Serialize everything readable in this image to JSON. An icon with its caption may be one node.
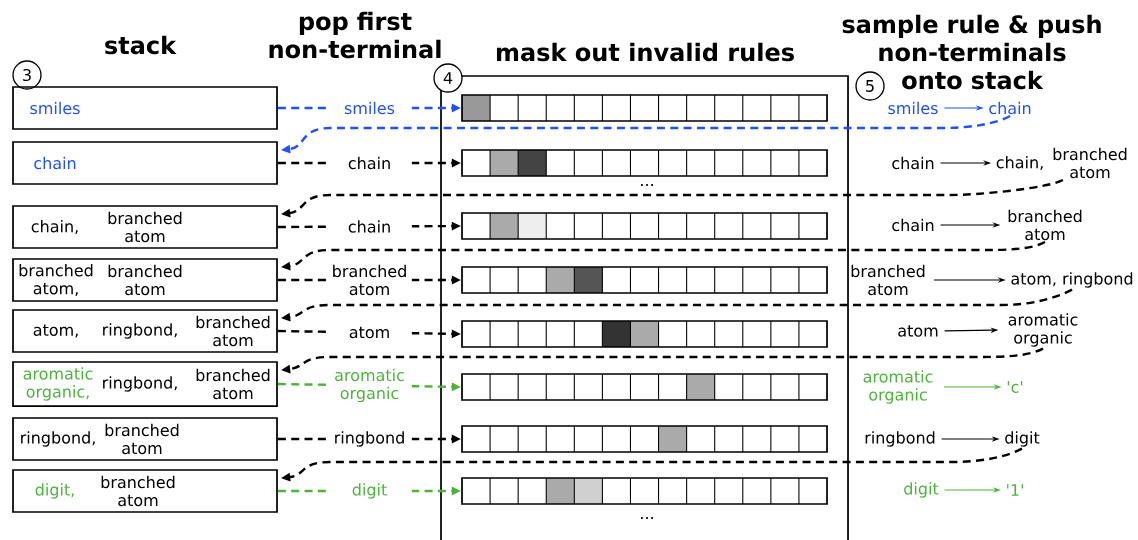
{
  "diagram": {
    "nodes": [
      {
        "text": [
          "3"
        ]
      },
      {
        "text": [
          "smiles"
        ]
      },
      {
        "text": [
          "chain"
        ]
      },
      {
        "text": [
          "chain,",
          "branched atom"
        ]
      },
      {
        "text": [
          "branched atom,",
          "branched atom"
        ]
      },
      {
        "text": [
          "atom,",
          "ringbond,",
          "branched atom"
        ]
      },
      {
        "text": [
          "aromatic organic,",
          "ringbond,",
          "branched atom"
        ]
      },
      {
        "text": [
          "ringbond,",
          "branched atom"
        ]
      },
      {
        "text": [
          "digit,",
          "branched atom"
        ]
      },
      {
        "text": [
          "4"
        ]
      },
      {
        "text": [],
        "shape": "box"
      },
      {
        "text": [],
        "shape": "bar",
        "in": 10
      },
      {
        "text": [],
        "shape": "bar",
        "in": 10
      },
      {
        "text": [],
        "shape": "bar",
        "in": 10
      },
      {
        "text": [],
        "shape": "bar",
        "in": 10
      },
      {
        "text": [],
        "shape": "bar",
        "in": 10
      },
      {
        "text": [],
        "shape": "bar",
        "in": 10
      },
      {
        "text": [],
        "shape": "bar",
        "in": 10
      },
      {
        "text": [],
        "shape": "bar",
        "in": 10
      },
      {
        "text": [
          "5"
        ]
      },
      {
        "text": [
          "smiles"
        ]
      },
      {
        "text": [
          "chain"
        ]
      },
      {
        "text": [
          "chain"
        ]
      },
      {
        "text": [
          "chain,",
          "branched atom"
        ]
      },
      {
        "text": [
          "chain"
        ]
      },
      {
        "text": [
          "branched atom"
        ]
      },
      {
        "text": [
          "branched atom"
        ]
      },
      {
        "text": [
          "atom, ringbond"
        ]
      },
      {
        "text": [
          "atom"
        ]
      },
      {
        "text": [
          "aromatic organic"
        ]
      },
      {
        "text": [
          "aromatic organic"
        ]
      },
      {
        "text": [
          "'c'"
        ]
      },
      {
        "text": [
          "ringbond"
        ]
      },
      {
        "text": [
          "digit"
        ]
      },
      {
        "text": [
          "digit"
        ]
      },
      {
        "text": [
          "'1'"
        ]
      }
    ],
    "edges": [
      {
        "from": 1,
        "to": 11,
        "arrow": "to",
        "label": "smiles",
        "style": "dashed",
        "color": "#1f4fff"
      },
      {
        "from": 2,
        "to": 12,
        "arrow": "to",
        "label": "chain",
        "style": "dashed"
      },
      {
        "from": 3,
        "to": 13,
        "arrow": "to",
        "label": "chain",
        "style": "dashed"
      },
      {
        "from": 4,
        "to": 14,
        "arrow": "to",
        "label": "branched atom",
        "style": "dashed"
      },
      {
        "from": 5,
        "to": 15,
        "arrow": "to",
        "label": "atom",
        "style": "dashed"
      },
      {
        "from": 6,
        "to": 16,
        "arrow": "to",
        "label": "aromatic organic",
        "style": "dashed",
        "color": "#4cb33a"
      },
      {
        "from": 7,
        "to": 17,
        "arrow": "to",
        "label": "ringbond",
        "style": "dashed"
      },
      {
        "from": 8,
        "to": 18,
        "arrow": "to",
        "label": "digit",
        "style": "dashed",
        "color": "#4cb33a"
      },
      {
        "from": 20,
        "to": 21,
        "arrow": "to",
        "color": "#1f4fff"
      },
      {
        "from": 22,
        "to": 23,
        "arrow": "to"
      },
      {
        "from": 24,
        "to": 25,
        "arrow": "to"
      },
      {
        "from": 26,
        "to": 27,
        "arrow": "to"
      },
      {
        "from": 28,
        "to": 29,
        "arrow": "to"
      },
      {
        "from": 30,
        "to": 31,
        "arrow": "to",
        "color": "#4cb33a"
      },
      {
        "from": 32,
        "to": 33,
        "arrow": "to"
      },
      {
        "from": 34,
        "to": 35,
        "arrow": "to",
        "color": "#4cb33a"
      },
      {
        "from": 21,
        "to": 2,
        "arrow": "to",
        "style": "dashed",
        "color": "#1f4fff"
      },
      {
        "from": 23,
        "to": 3,
        "arrow": "to",
        "style": "dashed"
      },
      {
        "from": 25,
        "to": 4,
        "arrow": "to",
        "style": "dashed"
      },
      {
        "from": 27,
        "to": 5,
        "arrow": "to",
        "style": "dashed"
      },
      {
        "from": 29,
        "to": 6,
        "arrow": "to",
        "style": "dashed"
      },
      {
        "from": 33,
        "to": 8,
        "arrow": "to",
        "style": "dashed"
      }
    ],
    "labels": [
      "pop first non-terminal",
      "sample rule & push non-terminals onto stack",
      "stack",
      "mask out invalid rules",
      "...",
      "..."
    ]
  }
}
